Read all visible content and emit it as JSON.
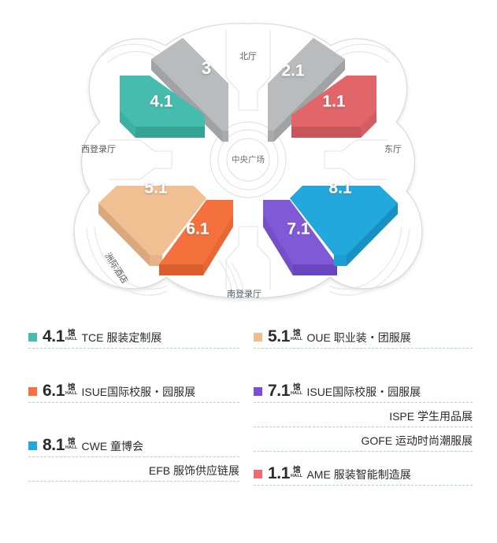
{
  "map": {
    "labels": {
      "north_hall": "北厅",
      "east_hall": "东厅",
      "west_entrance": "西登录厅",
      "south_entrance": "南登录厅",
      "central_plaza": "中央广场",
      "hotel": "洲际酒店"
    },
    "halls": [
      {
        "id": "hall-3",
        "number": "3",
        "color": "#b9bbbd",
        "side": "#9fa1a3"
      },
      {
        "id": "hall-2-1",
        "number": "2.1",
        "color": "#b9bbbd",
        "side": "#9fa1a3"
      },
      {
        "id": "hall-1-1",
        "number": "1.1",
        "color": "#e2656a",
        "side": "#c8555a"
      },
      {
        "id": "hall-4-1",
        "number": "4.1",
        "color": "#45bcae",
        "side": "#35a497"
      },
      {
        "id": "hall-5-1",
        "number": "5.1",
        "color": "#f0c093",
        "side": "#d9a87c"
      },
      {
        "id": "hall-6-1",
        "number": "6.1",
        "color": "#f4713e",
        "side": "#db5e2e"
      },
      {
        "id": "hall-7-1",
        "number": "7.1",
        "color": "#8159d6",
        "side": "#6a45bd"
      },
      {
        "id": "hall-8-1",
        "number": "8.1",
        "color": "#22a8dd",
        "side": "#1790c2"
      }
    ]
  },
  "legend": {
    "left": [
      {
        "hall": "4.1",
        "unit_cn": "馆",
        "unit_en": "HALL",
        "color": "#45bcae",
        "entries": [
          "TCE 服装定制展"
        ]
      },
      {
        "hall": "6.1",
        "unit_cn": "馆",
        "unit_en": "HALL",
        "color": "#f4713e",
        "entries": [
          "ISUE国际校服・园服展"
        ]
      },
      {
        "hall": "8.1",
        "unit_cn": "馆",
        "unit_en": "HALL",
        "color": "#22a8dd",
        "entries": [
          "CWE 童博会",
          "EFB 服饰供应链展"
        ]
      }
    ],
    "right": [
      {
        "hall": "5.1",
        "unit_cn": "馆",
        "unit_en": "HALL",
        "color": "#f0bc8c",
        "entries": [
          "OUE 职业装・团服展"
        ]
      },
      {
        "hall": "7.1",
        "unit_cn": "馆",
        "unit_en": "HALL",
        "color": "#7b4fd4",
        "entries": [
          "ISUE国际校服・园服展",
          "ISPE 学生用品展",
          "GOFE 运动时尚潮服展"
        ]
      },
      {
        "hall": "1.1",
        "unit_cn": "馆",
        "unit_en": "HALL",
        "color": "#ef6b70",
        "entries": [
          "AME 服装智能制造展"
        ]
      }
    ]
  }
}
